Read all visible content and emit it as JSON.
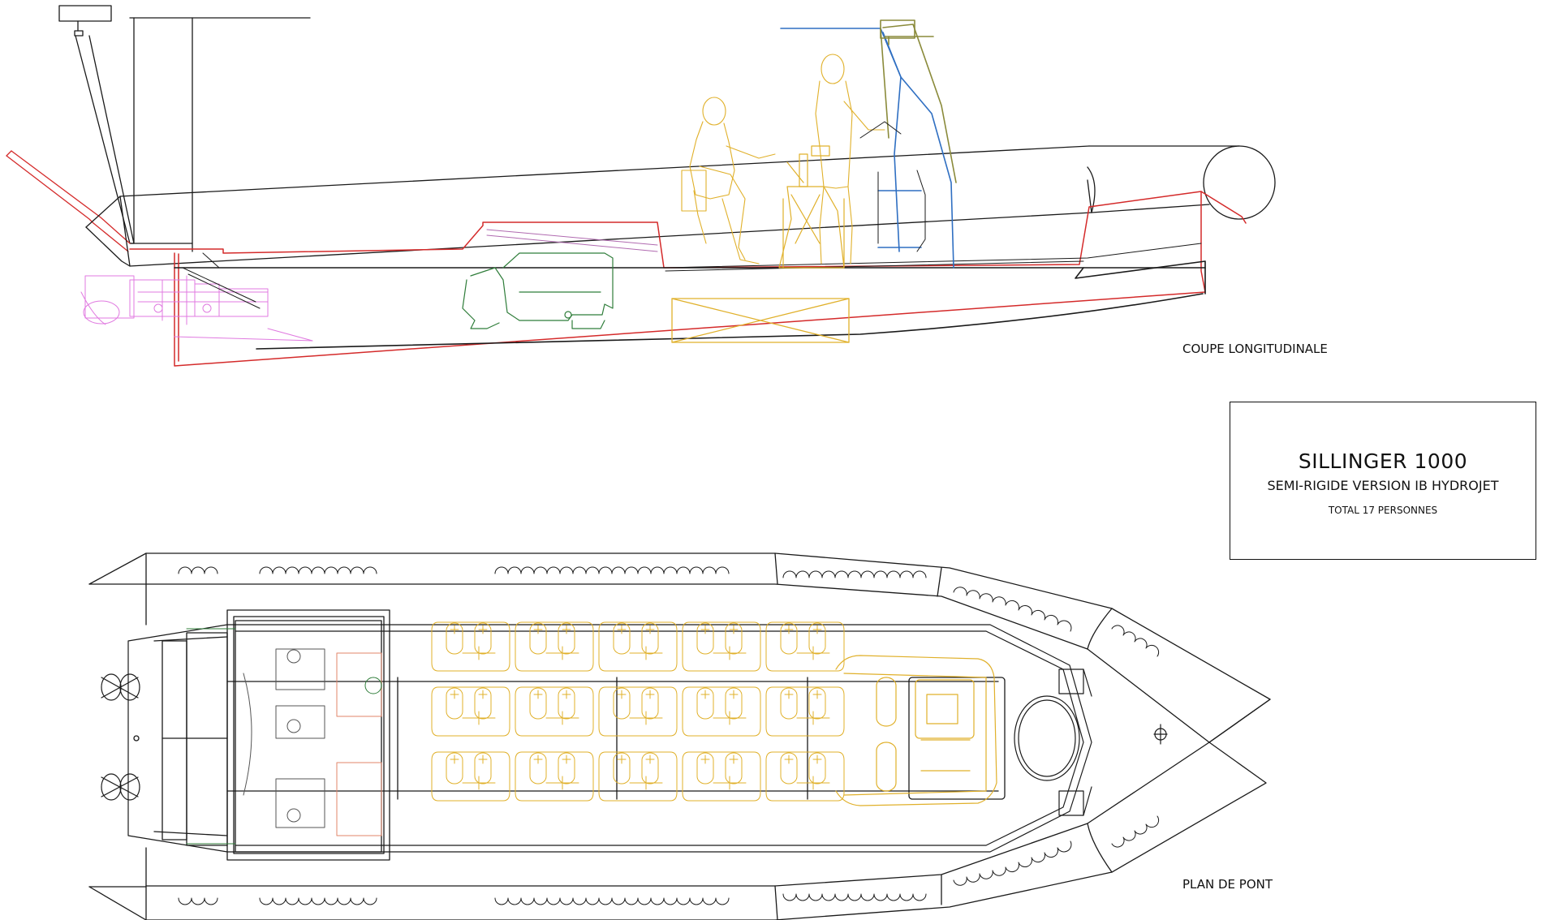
{
  "labels": {
    "section": "COUPE LONGITUDINALE",
    "plan": "PLAN DE PONT"
  },
  "title_block": {
    "name": "SILLINGER 1000",
    "subtitle": "SEMI-RIGIDE VERSION IB HYDROJET",
    "total": "TOTAL 17 PERSONNES"
  },
  "colors": {
    "hull_lines": "#1a1a1a",
    "hull_red": "#d42a2a",
    "crew_figures": "#e0b02a",
    "engine": "#2f7d3a",
    "waterjet": "#e07ae0",
    "t_top_blue": "#2f6fc2",
    "t_top_olive": "#8a8a3a"
  }
}
